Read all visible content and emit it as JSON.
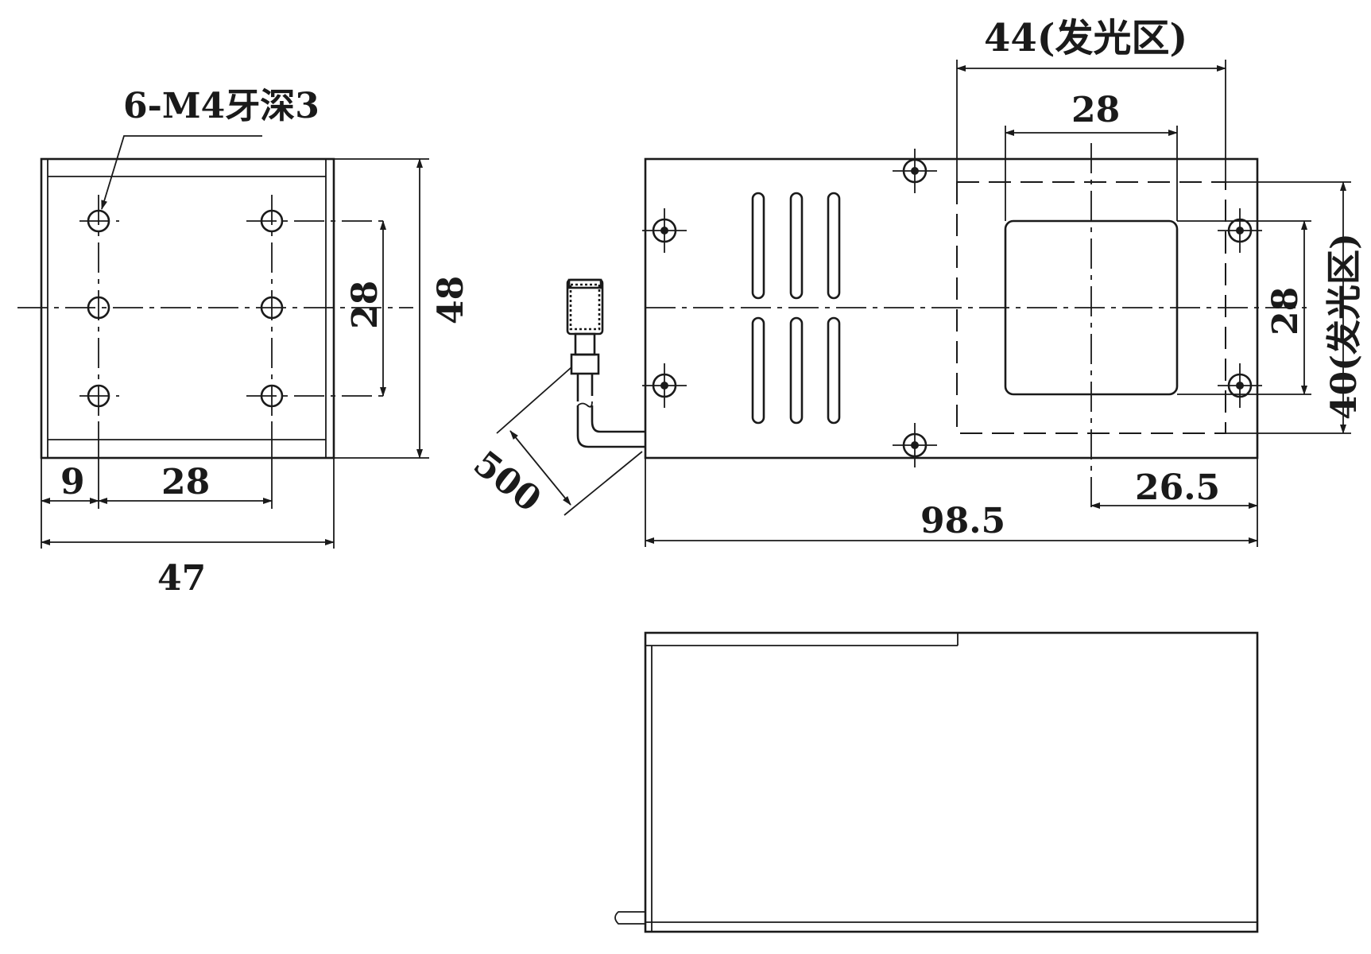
{
  "title": "",
  "labels": {
    "thread_note": "6-M4牙深3",
    "front_dim_9": "9",
    "front_dim_28_bottom": "28",
    "front_dim_47": "47",
    "front_dim_28_side": "28",
    "front_dim_48": "48",
    "top_dim_44": "44(发光区)",
    "top_dim_28": "28",
    "top_dim_26_5": "26.5",
    "top_dim_98_5": "98.5",
    "top_dim_28_side": "28",
    "top_dim_40": "40(发光区)",
    "cable_length": "500"
  },
  "colors": {
    "line": "#1a1a1a",
    "background": "#ffffff"
  }
}
